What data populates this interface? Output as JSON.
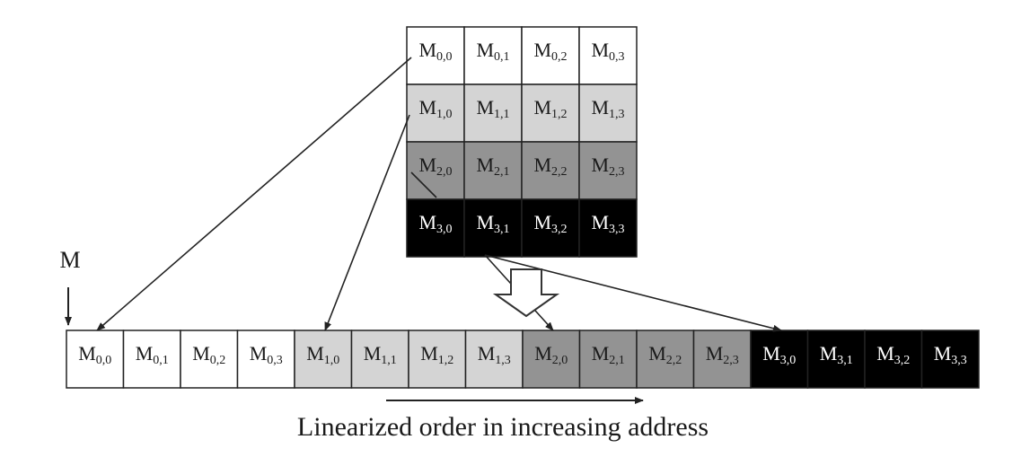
{
  "pointer_label": "M",
  "caption": "Linearized order in increasing address",
  "cell_base": "M",
  "matrix_rows": [
    {
      "fill": "#ffffff",
      "text": "#1a1a1a",
      "cells": [
        "0,0",
        "0,1",
        "0,2",
        "0,3"
      ]
    },
    {
      "fill": "#d4d4d4",
      "text": "#1a1a1a",
      "cells": [
        "1,0",
        "1,1",
        "1,2",
        "1,3"
      ]
    },
    {
      "fill": "#939393",
      "text": "#1a1a1a",
      "cells": [
        "2,0",
        "2,1",
        "2,2",
        "2,3"
      ]
    },
    {
      "fill": "#000000",
      "text": "#ffffff",
      "cells": [
        "3,0",
        "3,1",
        "3,2",
        "3,3"
      ]
    }
  ],
  "colors": {
    "line": "#222222",
    "white_row": "#ffffff",
    "light_gray_row": "#d4d4d4",
    "dark_gray_row": "#939393",
    "black_row": "#000000"
  }
}
